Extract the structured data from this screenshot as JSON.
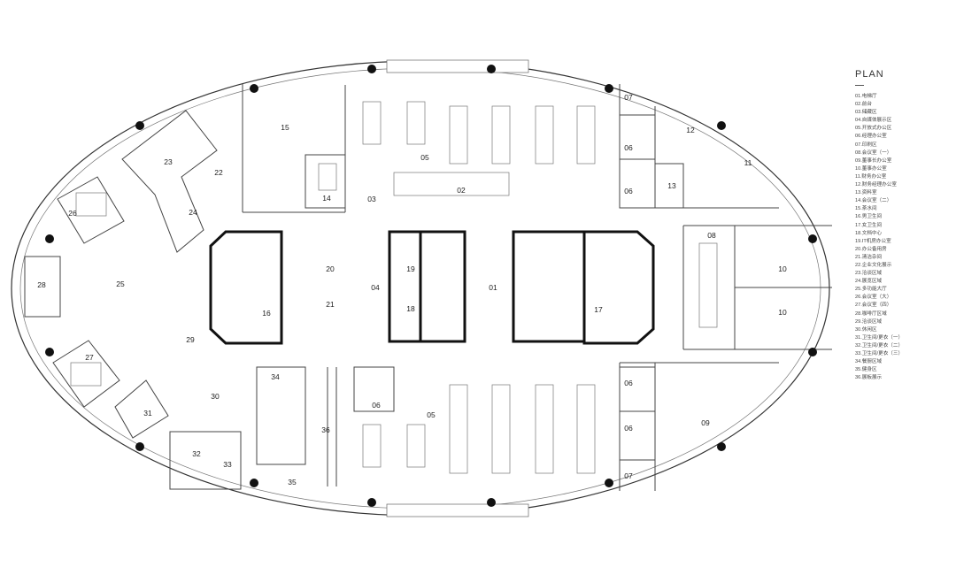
{
  "legend": {
    "title": "PLAN",
    "items": [
      "01.电梯厅",
      "02.前台",
      "03.储藏区",
      "04.自媒体展示区",
      "05.开放式办公区",
      "06.经理办公室",
      "07.印刷区",
      "08.会议室（一）",
      "09.董事长办公室",
      "10.董事办公室",
      "11.财务办公室",
      "12.财务经理办公室",
      "13.资料室",
      "14.会议室（二）",
      "15.茶水间",
      "16.男卫生间",
      "17.女卫生间",
      "18.文档中心",
      "19.IT机房办公室",
      "20.办公备用房",
      "21.清洁杂间",
      "22.企业文化展示",
      "23.洽谈区域",
      "24.展览区域",
      "25.多功能大厅",
      "26.会议室（大）",
      "27.会议室（四）",
      "28.咖啡厅区域",
      "29.洽谈区域",
      "30.休闲区",
      "31.卫生间/更衣（一）",
      "32.卫生间/更衣（二）",
      "33.卫生间/更衣（三）",
      "34.餐厨区域",
      "35.健身区",
      "36.展板展示"
    ]
  },
  "rooms": [
    "01",
    "02",
    "03",
    "04",
    "05",
    "05",
    "06",
    "06",
    "06",
    "06",
    "06",
    "07",
    "07",
    "08",
    "09",
    "10",
    "10",
    "11",
    "12",
    "13",
    "14",
    "15",
    "16",
    "17",
    "18",
    "19",
    "20",
    "21",
    "22",
    "23",
    "24",
    "25",
    "26",
    "27",
    "28",
    "29",
    "30",
    "31",
    "32",
    "33",
    "34",
    "35",
    "36"
  ]
}
